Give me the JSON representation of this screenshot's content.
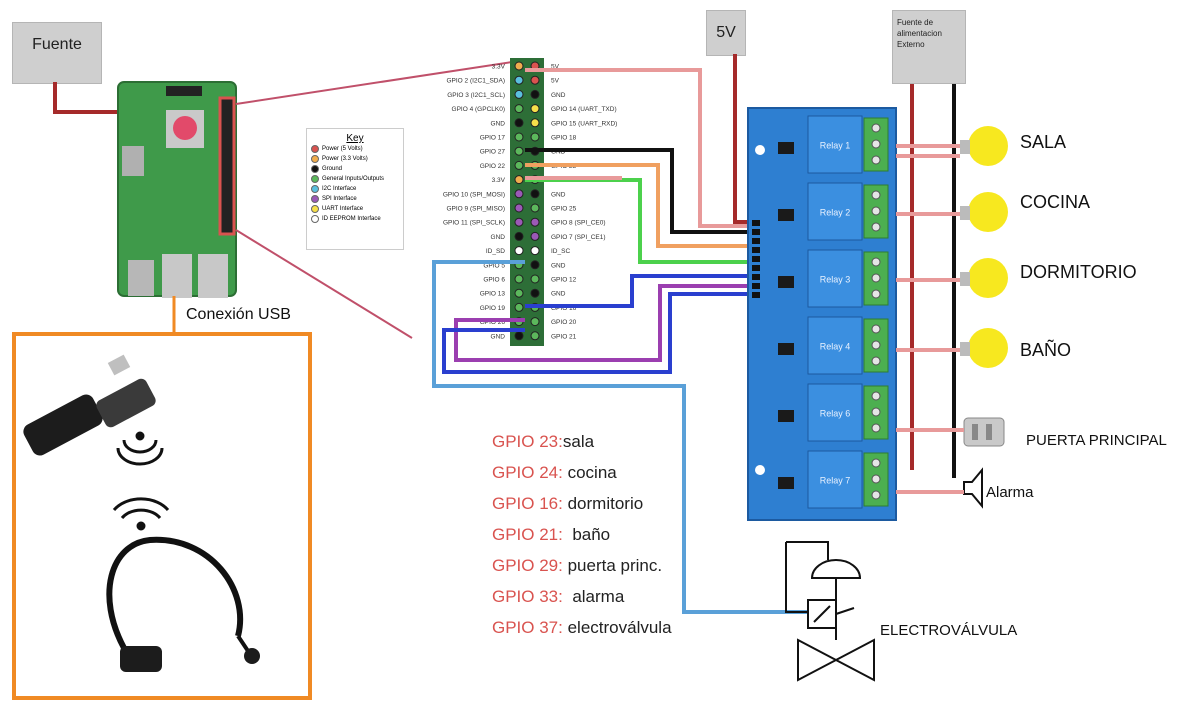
{
  "supply_label": "Fuente",
  "v5_label": "5V",
  "external_supply_label": "Fuente de alimentacion Externo",
  "usb_label": "Conexión USB",
  "key": {
    "title": "Key",
    "items": [
      {
        "label": "Power (5 Volts)",
        "color": "#d9534f"
      },
      {
        "label": "Power (3.3 Volts)",
        "color": "#f0ad4e"
      },
      {
        "label": "Ground",
        "color": "#111111"
      },
      {
        "label": "General Inputs/Outputs",
        "color": "#5cb85c"
      },
      {
        "label": "I2C Interface",
        "color": "#5bc0de"
      },
      {
        "label": "SPI Interface",
        "color": "#9b59b6"
      },
      {
        "label": "UART Interface",
        "color": "#f7e04a"
      },
      {
        "label": "ID EEPROM Interface",
        "color": "#ffffff"
      }
    ]
  },
  "header_left": [
    "3.3V",
    "GPIO 2 (I2C1_SDA)",
    "GPIO 3 (I2C1_SCL)",
    "GPIO 4 (GPCLK0)",
    "GND",
    "GPIO 17",
    "GPIO 27",
    "GPIO 22",
    "3.3V",
    "GPIO 10 (SPI_MOSI)",
    "GPIO 9 (SPI_MISO)",
    "GPIO 11 (SPI_SCLK)",
    "GND",
    "ID_SD",
    "GPIO 5",
    "GPIO 6",
    "GPIO 13",
    "GPIO 19",
    "GPIO 26",
    "GND"
  ],
  "header_right": [
    "5V",
    "5V",
    "GND",
    "GPIO 14 (UART_TXD)",
    "GPIO 15 (UART_RXD)",
    "GPIO 18",
    "GND",
    "GPIO 23",
    "GPIO 24",
    "GND",
    "GPIO 25",
    "GPIO 8 (SPI_CE0)",
    "GPIO 7 (SPI_CE1)",
    "ID_SC",
    "GND",
    "GPIO 12",
    "GND",
    "GPIO 16",
    "GPIO 20",
    "GPIO 21"
  ],
  "relays": [
    "Relay 1",
    "Relay 2",
    "Relay 3",
    "Relay 4",
    "Relay 6",
    "Relay 7"
  ],
  "devices": {
    "sala": "SALA",
    "cocina": "COCINA",
    "dormitorio": "DORMITORIO",
    "bano": "BAÑO",
    "puerta": "PUERTA PRINCIPAL",
    "alarma": "Alarma",
    "electrovalvula": "ELECTROVÁLVULA"
  },
  "gpio_map": [
    {
      "gpio": "GPIO 23:",
      "name": "sala"
    },
    {
      "gpio": "GPIO 24:",
      "name": " cocina"
    },
    {
      "gpio": "GPIO 16:",
      "name": " dormitorio"
    },
    {
      "gpio": "GPIO 21:",
      "name": "  baño"
    },
    {
      "gpio": "GPIO 29:",
      "name": " puerta princ."
    },
    {
      "gpio": "GPIO 33:",
      "name": "  alarma"
    },
    {
      "gpio": "GPIO 37:",
      "name": " electroválvula"
    }
  ],
  "colors": {
    "relay_board": "#2e7fd1",
    "terminal_green": "#4caf50",
    "bulb": "#f7e81f",
    "usb_box_border": "#f08a24",
    "power_wire": "#a52a2a",
    "wire_pink": "#e89a9a",
    "wire_orange": "#f0a060",
    "wire_green": "#4cd14c",
    "wire_blue": "#2a3fcf",
    "wire_purple": "#9b3fb0",
    "wire_lightblue": "#5aa0d8"
  }
}
